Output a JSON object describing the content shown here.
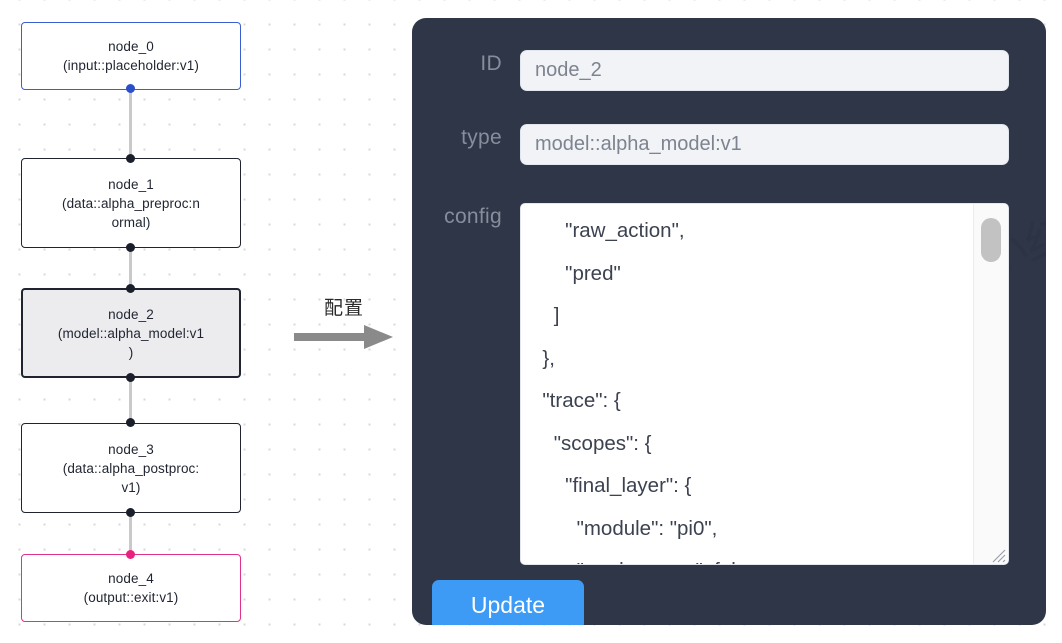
{
  "canvas": {
    "grid": "dot-grid",
    "background_color": "#ffffff",
    "dot_color": "#d8d8dc"
  },
  "graph": {
    "nodes": [
      {
        "id": "node_0",
        "label": "node_0\n(input::placeholder:v1)",
        "role": "input",
        "selected": false,
        "border_color": "#3b5fd0"
      },
      {
        "id": "node_1",
        "label": "node_1\n(data::alpha_preproc:n\normal)",
        "role": "default",
        "selected": false,
        "border_color": "#1f2430"
      },
      {
        "id": "node_2",
        "label": "node_2\n(model::alpha_model:v1\n)",
        "role": "default",
        "selected": true,
        "border_color": "#1f2430",
        "fill_color": "#ececee"
      },
      {
        "id": "node_3",
        "label": "node_3\n(data::alpha_postproc:\nv1)",
        "role": "default",
        "selected": false,
        "border_color": "#1f2430"
      },
      {
        "id": "node_4",
        "label": "node_4\n(output::exit:v1)",
        "role": "output",
        "selected": false,
        "border_color": "#e0318d"
      }
    ],
    "edge_color": "#c9c9cc",
    "handle_color": "#1b1f2b"
  },
  "annotation": {
    "text": "配置",
    "arrow": "arrow-right",
    "arrow_color": "#808080"
  },
  "panel": {
    "background_color": "#2e3647",
    "fields": [
      {
        "label": "ID",
        "value": "node_2"
      },
      {
        "label": "type",
        "value": "model::alpha_model:v1"
      },
      {
        "label": "config",
        "value": ""
      }
    ],
    "config_text": "      \"raw_action\",\n      \"pred\"\n    ]\n  },\n  \"trace\": {\n    \"scopes\": {\n      \"final_layer\": {\n        \"module\": \"pi0\",\n        \"mark_scope\": false\n      },\n      \"action_model\": {",
    "scrollbar": {
      "thumb_color": "#c2c2c2",
      "track_color": "#fafafa"
    },
    "update_button": {
      "label": "Update",
      "color": "#3d9bf5"
    }
  }
}
